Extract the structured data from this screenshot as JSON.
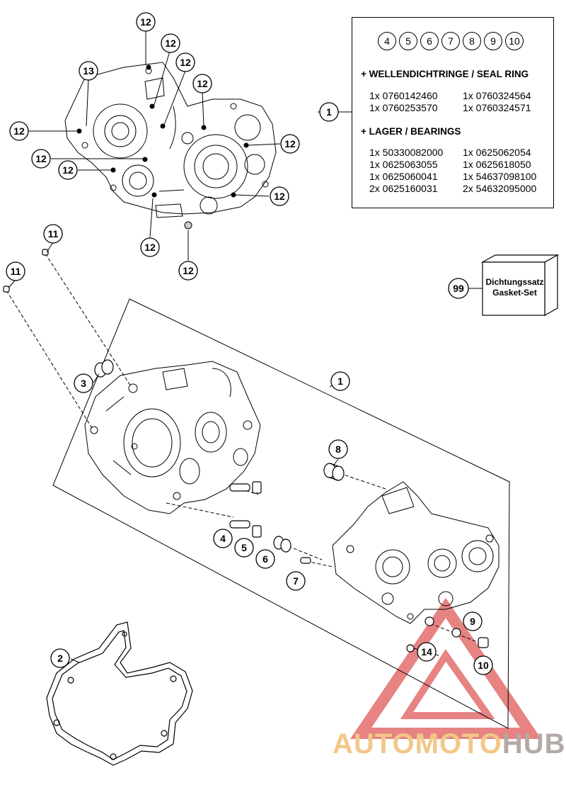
{
  "callouts": {
    "c1_top": "1",
    "c2": "2",
    "c3": "3",
    "c4": "4",
    "c5": "5",
    "c6": "6",
    "c7": "7",
    "c8": "8",
    "c9": "9",
    "c10": "10",
    "c11": "11",
    "c12": "12",
    "c13": "13",
    "c14": "14",
    "c99": "99"
  },
  "info_box": {
    "ref_circles": [
      "4",
      "5",
      "6",
      "7",
      "8",
      "9",
      "10"
    ],
    "seal_heading": "+ WELLENDICHTRINGE / SEAL RING",
    "seal_parts": [
      "1x 0760142460",
      "1x 0760324564",
      "1x 0760253570",
      "1x 0760324571"
    ],
    "bearing_heading": "+ LAGER / BEARINGS",
    "bearing_parts": [
      "1x 50330082000",
      "1x 0625062054",
      "1x 0625063055",
      "1x 0625618050",
      "1x 0625060041",
      "1x 54637098100",
      "2x 0625160031",
      "2x 54632095000"
    ]
  },
  "gasket_kit": {
    "line1": "Dichtungssatz",
    "line2": "Gasket-Set"
  },
  "watermark": {
    "part1": "AUTOMOTO",
    "part2": "HUB"
  },
  "colors": {
    "line": "#000000",
    "watermark_red": "#e05a5a",
    "watermark_orange": "#f2c888",
    "watermark_grey": "#b3a9a5"
  }
}
